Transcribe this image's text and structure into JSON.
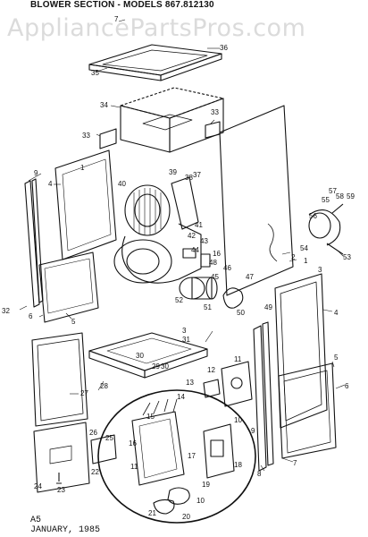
{
  "header": {
    "title": "BLOWER SECTION - MODELS 867.812130"
  },
  "watermark": {
    "text": "AppliancePartsPros.com"
  },
  "footer": {
    "line1": "A5",
    "line2": "JANUARY, 1985"
  },
  "callouts": {
    "c1": "1",
    "c2": "2",
    "c3": "3",
    "c4": "4",
    "c5": "5",
    "c5b": "5",
    "c6": "6",
    "c6b": "6",
    "c7": "7",
    "c7b": "7",
    "c8": "8",
    "c9": "9",
    "c9b": "9",
    "c10": "10",
    "c11": "11",
    "c11b": "11",
    "c12": "12",
    "c13": "13",
    "c14": "14",
    "c15": "15",
    "c16": "16",
    "c17": "17",
    "c18": "18",
    "c19": "19",
    "c20": "20",
    "c21": "21",
    "c22": "22",
    "c23": "23",
    "c24": "24",
    "c25": "25",
    "c26": "26",
    "c27": "27",
    "c28": "28",
    "c29": "29",
    "c30": "30",
    "c30b": "30",
    "c31": "31",
    "c32": "32",
    "c33": "33",
    "c33b": "33",
    "c34": "34",
    "c35": "35",
    "c36": "36",
    "c37": "37",
    "c38": "38",
    "c39": "39",
    "c40": "40",
    "c41": "41",
    "c42": "42",
    "c43": "43",
    "c44": "44",
    "c45": "45",
    "c46": "46",
    "c47": "47",
    "c48": "48",
    "c49": "49",
    "c50": "50",
    "c51": "51",
    "c52": "52",
    "c53": "53",
    "c54": "54",
    "c55": "55",
    "c56": "56",
    "c57": "57",
    "c58": "58",
    "c59": "59"
  }
}
